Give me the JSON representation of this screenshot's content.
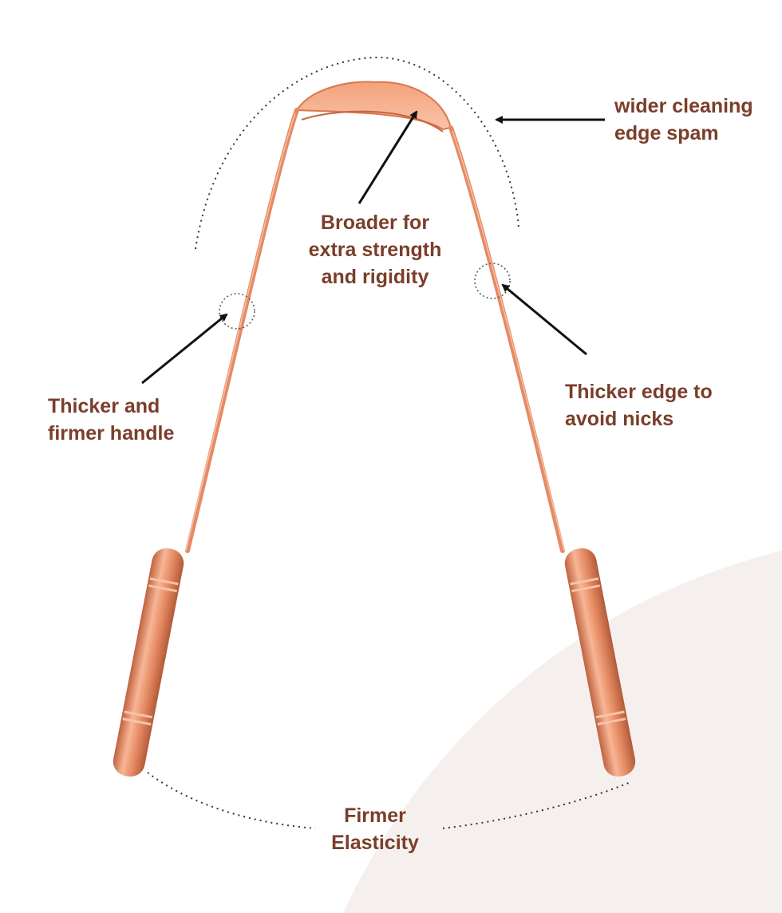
{
  "labels": {
    "wider_edge": [
      "wider cleaning",
      "edge spam"
    ],
    "broader": [
      "Broader for",
      "extra strength",
      "and rigidity"
    ],
    "thicker_handle": [
      "Thicker and",
      "firmer handle"
    ],
    "thicker_edge": [
      "Thicker edge to",
      "avoid nicks"
    ],
    "elasticity": [
      "Firmer",
      "Elasticity"
    ]
  },
  "colors": {
    "label_text": "#7a3e2a",
    "copper": "#e58a63",
    "copper_light": "#f6b99b",
    "copper_dark": "#b75c3b",
    "background_blob": "#f5f0ed",
    "arrow": "#111111"
  }
}
